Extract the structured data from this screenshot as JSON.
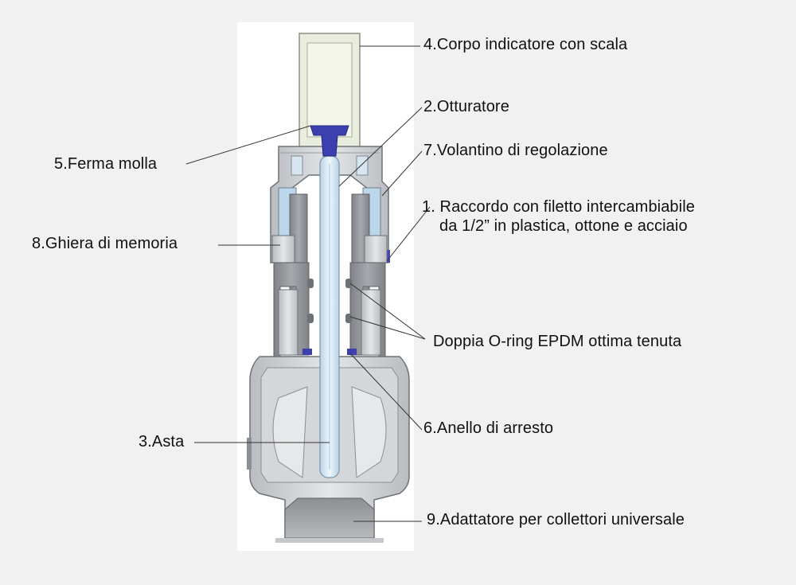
{
  "labels": {
    "corpo_indicatore": "4.Corpo indicatore con scala",
    "otturatore": "2.Otturatore",
    "volantino": "7.Volantino di regolazione",
    "raccordo_line1": "1. Raccordo con filetto intercambiabile",
    "raccordo_line2": "da 1/2” in plastica, ottone e acciaio",
    "ferma_molla": "5.Ferma molla",
    "ghiera": "8.Ghiera di memoria",
    "oring": "Doppia O-ring EPDM ottima tenuta",
    "anello": "6.Anello di arresto",
    "asta": "3.Asta",
    "adattatore": "9.Adattatore per collettori universale"
  },
  "colors": {
    "background": "#f1f1f1",
    "panel": "#ffffff",
    "metal": "#cfd1d4",
    "metal_dark": "#8e9195",
    "indicator_body": "#eaeee0",
    "stem": "#d8e8f4",
    "blue_parts": "#3c3fae",
    "leader_lines": "#333333"
  }
}
